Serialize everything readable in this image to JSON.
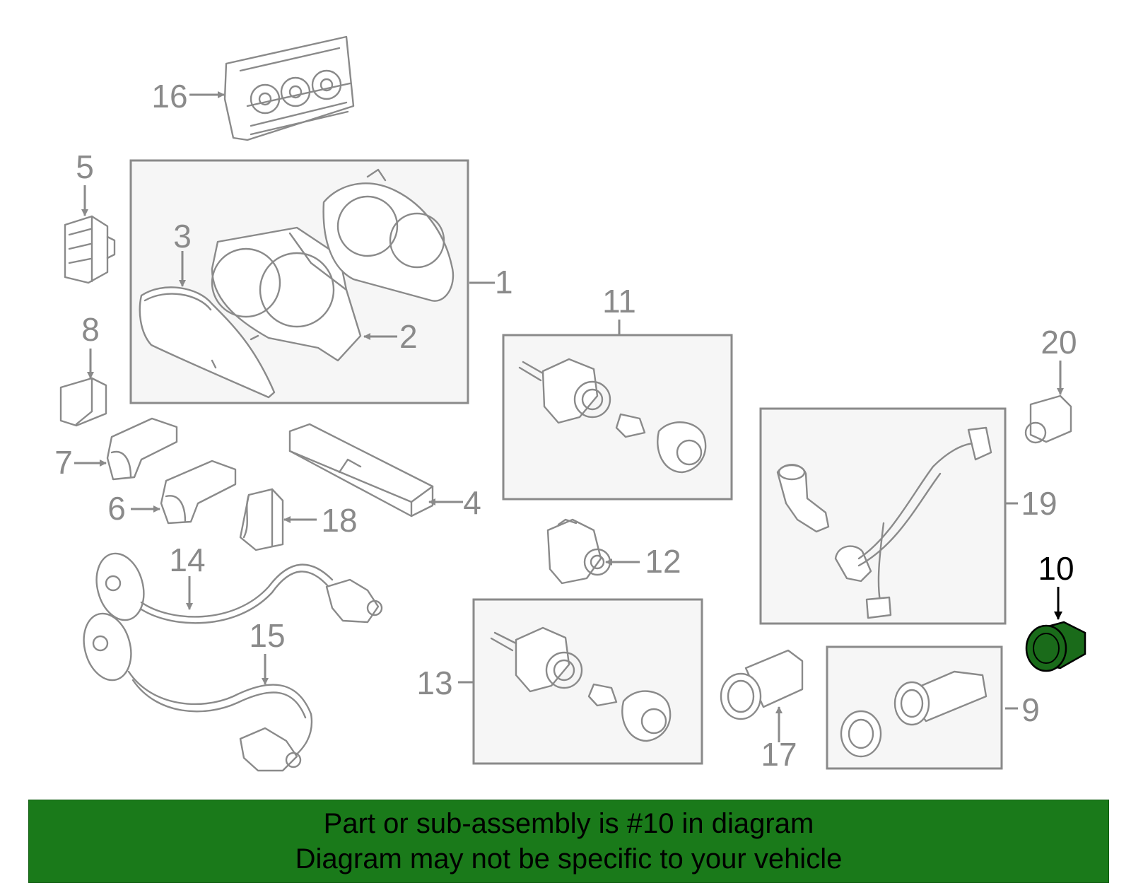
{
  "callouts": {
    "c1": "1",
    "c2": "2",
    "c3": "3",
    "c4": "4",
    "c5": "5",
    "c6": "6",
    "c7": "7",
    "c8": "8",
    "c9": "9",
    "c10": "10",
    "c11": "11",
    "c12": "12",
    "c13": "13",
    "c14": "14",
    "c15": "15",
    "c16": "16",
    "c17": "17",
    "c18": "18",
    "c19": "19",
    "c20": "20"
  },
  "highlight": {
    "part": "10",
    "color": "#1a6b1a"
  },
  "banner": {
    "line1": "Part or sub-assembly is #10 in diagram",
    "line2": "Diagram may not be specific to your vehicle",
    "color": "#1a7a1a"
  }
}
